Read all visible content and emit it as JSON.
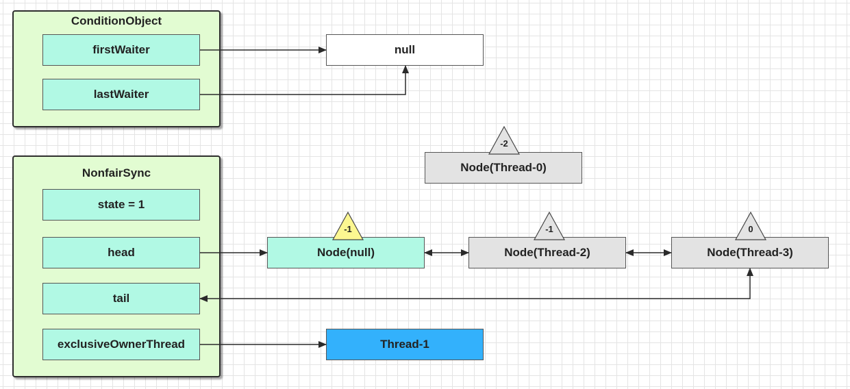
{
  "condition_object": {
    "title": "ConditionObject",
    "first_waiter": "firstWaiter",
    "last_waiter": "lastWaiter"
  },
  "null_box": "null",
  "nonfair_sync": {
    "title": "NonfairSync",
    "state": "state = 1",
    "head": "head",
    "tail": "tail",
    "exclusive_owner": "exclusiveOwnerThread"
  },
  "nodes": {
    "thread0": {
      "label": "Node(Thread-0)",
      "status": "-2"
    },
    "null_node": {
      "label": "Node(null)",
      "status": "-1"
    },
    "thread2": {
      "label": "Node(Thread-2)",
      "status": "-1"
    },
    "thread3": {
      "label": "Node(Thread-3)",
      "status": "0"
    }
  },
  "thread1": "Thread-1",
  "colors": {
    "group_fill": "#e2fcd2",
    "field_fill": "#b1f9e4",
    "node_gray": "#e3e3e3",
    "thread_blue": "#33b1fc",
    "status_yellow": "#fcf791",
    "status_gray": "#e3e3e3"
  }
}
